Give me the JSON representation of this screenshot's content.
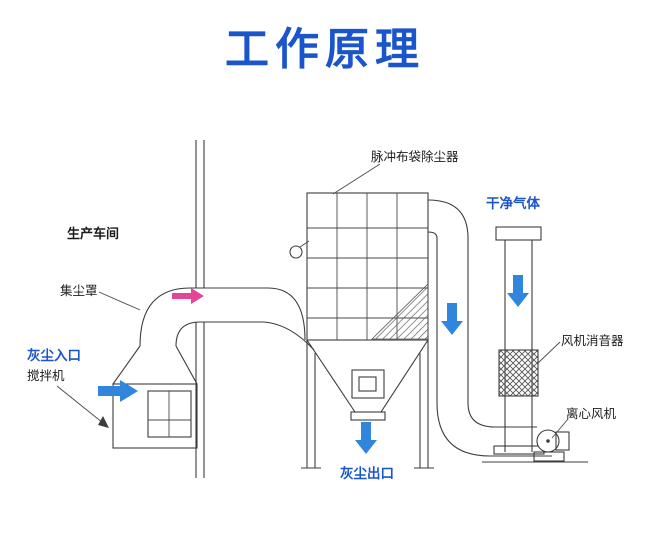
{
  "title": "工作原理",
  "colors": {
    "title_blue": "#1a55cc",
    "label_blue": "#1a55cc",
    "arrow_blue": "#2f86dc",
    "arrow_pink": "#e2459a",
    "line_color": "#3c3c3c"
  },
  "labels": {
    "workshop": "生产车间",
    "dust_hood": "集尘罩",
    "dust_inlet": "灰尘入口",
    "mixer": "搅拌机",
    "pulse_bag_filter": "脉冲布袋除尘器",
    "clean_gas": "干净气体",
    "fan_muffler": "风机消音器",
    "centrifugal_fan": "离心风机",
    "dust_outlet": "灰尘出口"
  },
  "flow": {
    "dust_inlet_arrow": "right",
    "duct_flow_arrow": "right",
    "downcomer_arrow": "down",
    "stack_arrow": "down",
    "dust_outlet_arrow": "down"
  }
}
